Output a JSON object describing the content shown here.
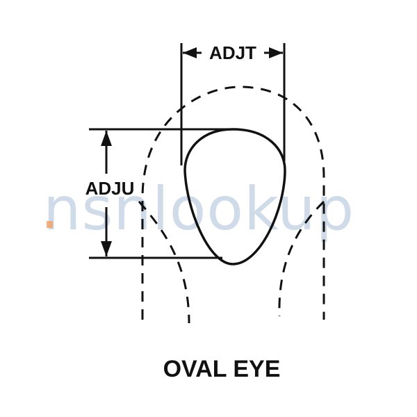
{
  "dimensions": {
    "width_label": "ADJT",
    "height_label": "ADJU"
  },
  "caption": "OVAL EYE",
  "watermark": {
    "text": "nsnlookup"
  },
  "colors": {
    "ink": "#111111",
    "watermark": "#a9bfd6",
    "watermark_accent": "#f0a060"
  }
}
